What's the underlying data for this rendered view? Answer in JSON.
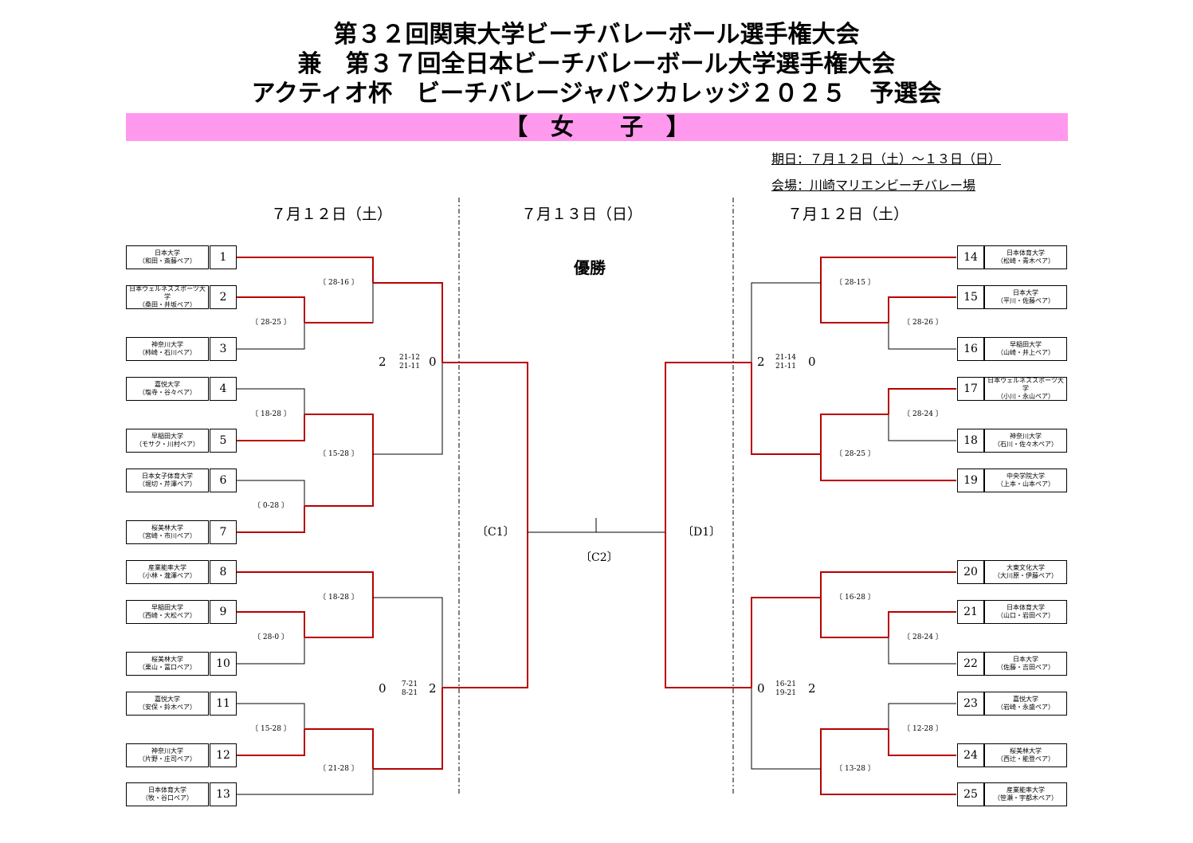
{
  "titles": [
    "第３２回関東大学ビーチバレーボール選手権大会",
    "兼　第３７回全日本ビーチバレーボール大学選手権大会",
    "アクティオ杯　ビーチバレージャパンカレッジ２０２５　予選会"
  ],
  "banner": "【　女　　子　】",
  "period": "期日：７月１２日（土）～１３日（日）",
  "venue": "会場：川崎マリエンビーチバレー場",
  "days": {
    "left": "７月１２日（土）",
    "center": "７月１３日（日）",
    "right": "７月１２日（土）"
  },
  "champion": "優勝",
  "labels": {
    "c1": "C1",
    "c2": "C2",
    "d1": "D1"
  },
  "teams_left": [
    {
      "seed": "1",
      "univ": "日本大学",
      "pair": "（和田・斎藤ペア）"
    },
    {
      "seed": "2",
      "univ": "日本ウェルネススポーツ大学",
      "pair": "（桑田・井坂ペア）"
    },
    {
      "seed": "3",
      "univ": "神奈川大学",
      "pair": "（柿崎・石川ペア）"
    },
    {
      "seed": "4",
      "univ": "嘉悦大学",
      "pair": "（塩寺・谷々ペア）"
    },
    {
      "seed": "5",
      "univ": "早稲田大学",
      "pair": "（モサク・川村ペア）"
    },
    {
      "seed": "6",
      "univ": "日本女子体育大学",
      "pair": "（堀切・芹澤ペア）"
    },
    {
      "seed": "7",
      "univ": "桜美林大学",
      "pair": "（宮崎・市川ペア）"
    },
    {
      "seed": "8",
      "univ": "産業能率大学",
      "pair": "（小林・瀧澤ペア）"
    },
    {
      "seed": "9",
      "univ": "早稲田大学",
      "pair": "（西崎・大松ペア）"
    },
    {
      "seed": "10",
      "univ": "桜美林大学",
      "pair": "（栗山・冨口ペア）"
    },
    {
      "seed": "11",
      "univ": "嘉悦大学",
      "pair": "（安保・鈴木ペア）"
    },
    {
      "seed": "12",
      "univ": "神奈川大学",
      "pair": "（片野・庄司ペア）"
    },
    {
      "seed": "13",
      "univ": "日本体育大学",
      "pair": "（牧・谷口ペア）"
    }
  ],
  "teams_right": [
    {
      "seed": "14",
      "univ": "日本体育大学",
      "pair": "（松崎・青木ペア）"
    },
    {
      "seed": "15",
      "univ": "日本大学",
      "pair": "（平川・佐藤ペア）"
    },
    {
      "seed": "16",
      "univ": "早稲田大学",
      "pair": "（山崎・井上ペア）"
    },
    {
      "seed": "17",
      "univ": "日本ウェルネススポーツ大学",
      "pair": "（小川・永山ペア）"
    },
    {
      "seed": "18",
      "univ": "神奈川大学",
      "pair": "（石川・佐々木ペア）"
    },
    {
      "seed": "19",
      "univ": "中央学院大学",
      "pair": "（上本・山本ペア）"
    },
    {
      "seed": "20",
      "univ": "大東文化大学",
      "pair": "（大川原・伊藤ペア）"
    },
    {
      "seed": "21",
      "univ": "日本体育大学",
      "pair": "（山口・岩田ペア）"
    },
    {
      "seed": "22",
      "univ": "日本大学",
      "pair": "（佐藤・吉田ペア）"
    },
    {
      "seed": "23",
      "univ": "嘉悦大学",
      "pair": "（岩崎・永盛ペア）"
    },
    {
      "seed": "24",
      "univ": "桜美林大学",
      "pair": "（西辻・能登ペア）"
    },
    {
      "seed": "25",
      "univ": "産業能率大学",
      "pair": "（笹瀬・宇都木ペア）"
    }
  ],
  "scores_left": [
    "28-16",
    "28-25",
    "18-28",
    "15-28",
    "0-28",
    "18-28",
    "28-0",
    "15-28",
    "21-28"
  ],
  "scores_right": [
    "28-15",
    "28-26",
    "28-24",
    "28-25",
    "16-28",
    "28-24",
    "12-28",
    "13-28"
  ],
  "finals": {
    "left_top": {
      "sets_a": "2",
      "sets_b": "0",
      "s1": "21-12",
      "s2": "21-11"
    },
    "left_bottom": {
      "sets_a": "0",
      "sets_b": "2",
      "s1": "7-21",
      "s2": "8-21"
    },
    "right_top": {
      "sets_a": "2",
      "sets_b": "0",
      "s1": "21-14",
      "s2": "21-11"
    },
    "right_bottom": {
      "sets_a": "0",
      "sets_b": "2",
      "s1": "16-21",
      "s2": "19-21"
    }
  },
  "colors": {
    "winner_line": "#b80000",
    "loser_line": "#000000",
    "banner": "#ff99ee"
  }
}
